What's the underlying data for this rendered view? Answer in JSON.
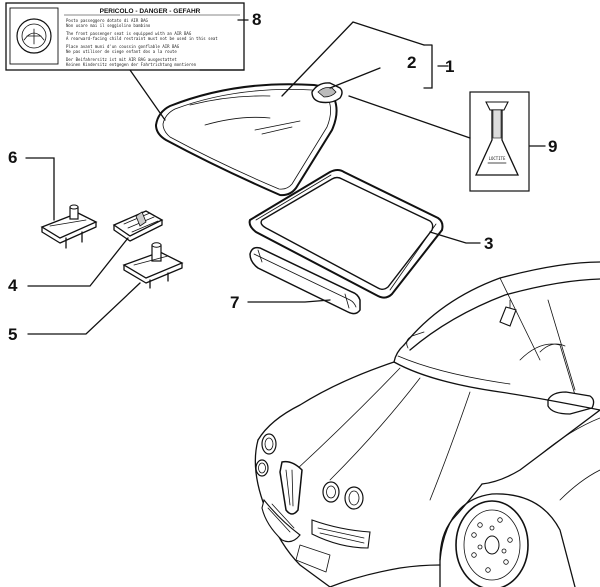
{
  "callouts": {
    "c1": "1",
    "c2": "2",
    "c3": "3",
    "c4": "4",
    "c5": "5",
    "c6": "6",
    "c7": "7",
    "c8": "8",
    "c9": "9"
  },
  "warning_label": {
    "header": "PERICOLO - DANGER - GEFAHR",
    "lines": [
      "Posto passeggero dotato di AIR BAG",
      "Non usare mai il seggiolino bambino",
      "The front passenger seat is equipped with an AIR BAG",
      "A rearward-facing child restraint must not be used in this seat",
      "Place avant muni d'un coussin gonflable AIR BAG",
      "Ne pas utiliser de siege enfant dos a la route",
      "Der Beifahrersitz ist mit AIR BAG ausgestattet",
      "Keinen Kindersitz entgegen der Fahrtrichtung montieren"
    ]
  },
  "tube_label": "LOCTITE"
}
